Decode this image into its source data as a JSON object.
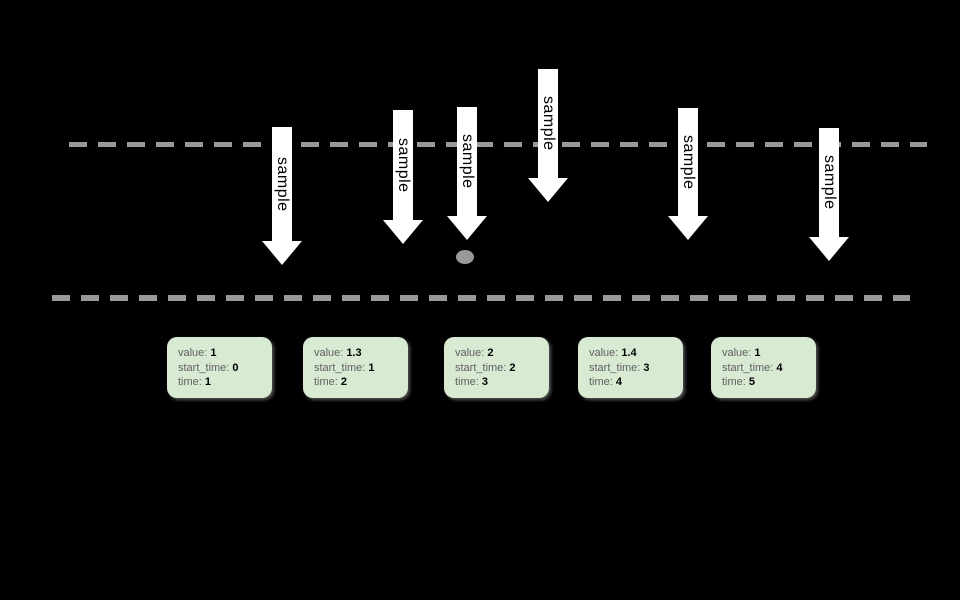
{
  "diagram": {
    "background": "#000000",
    "lines": {
      "upper": {
        "name": "upper-threshold-dashed-line",
        "color": "#999999"
      },
      "lower": {
        "name": "lower-timeline-dashed-line",
        "color": "#999999"
      }
    },
    "dot": {
      "name": "sample-point-dot",
      "color": "#999999"
    }
  },
  "arrows": [
    {
      "label": "sample"
    },
    {
      "label": "sample"
    },
    {
      "label": "sample"
    },
    {
      "label": "sample"
    },
    {
      "label": "sample"
    },
    {
      "label": "sample"
    }
  ],
  "boxes": [
    {
      "fields": [
        {
          "label": "value:",
          "value": "1"
        },
        {
          "label": "start_time:",
          "value": "0"
        },
        {
          "label": "time:",
          "value": "1"
        }
      ]
    },
    {
      "fields": [
        {
          "label": "value:",
          "value": "1.3"
        },
        {
          "label": "start_time:",
          "value": "1"
        },
        {
          "label": "time:",
          "value": "2"
        }
      ]
    },
    {
      "fields": [
        {
          "label": "value:",
          "value": "2"
        },
        {
          "label": "start_time:",
          "value": "2"
        },
        {
          "label": "time:",
          "value": "3"
        }
      ]
    },
    {
      "fields": [
        {
          "label": "value:",
          "value": "1.4"
        },
        {
          "label": "start_time:",
          "value": "3"
        },
        {
          "label": "time:",
          "value": "4"
        }
      ]
    },
    {
      "fields": [
        {
          "label": "value:",
          "value": "1"
        },
        {
          "label": "start_time:",
          "value": "4"
        },
        {
          "label": "time:",
          "value": "5"
        }
      ]
    }
  ],
  "colors": {
    "arrow_fill": "#ffffff",
    "arrow_text": "#000000",
    "dash_gray": "#999999",
    "box_fill": "#d9ead3",
    "box_label_gray": "#5f5f5f",
    "box_value_black": "#000000"
  }
}
